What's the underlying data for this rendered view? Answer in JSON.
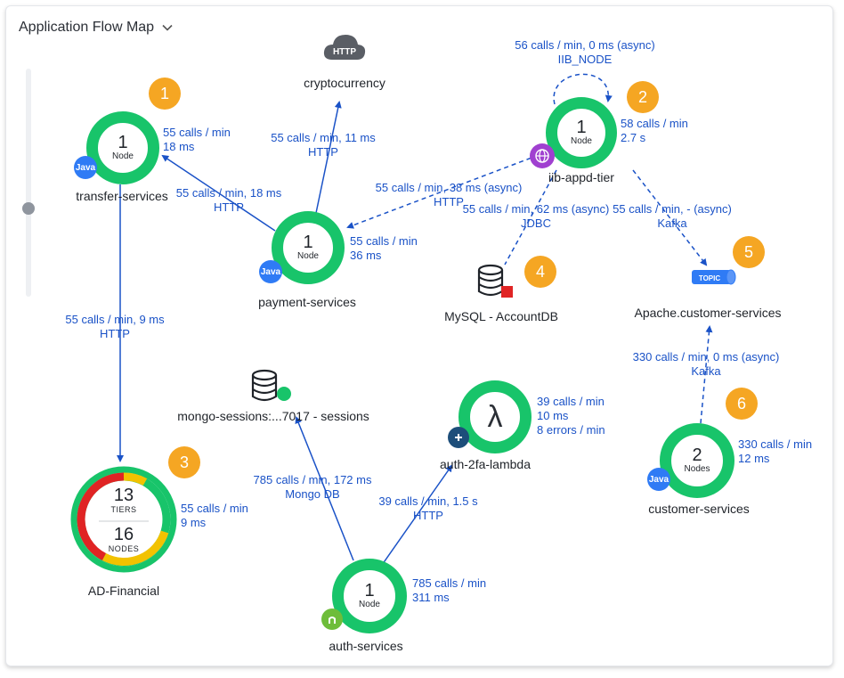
{
  "header": {
    "title": "Application Flow Map"
  },
  "colors": {
    "edge": "#1a52c7",
    "node_ring": "#18c46a",
    "badge": "#f5a623",
    "java": "#2f7bf5",
    "error": "#e02424",
    "warn": "#f2c200"
  },
  "zoom_slider": {
    "level": 0.62
  },
  "nodes": {
    "transfer": {
      "count": "1",
      "unit": "Node",
      "name": "transfer-services",
      "stats": [
        "55 calls / min",
        "18 ms"
      ],
      "badge": "1",
      "tech": "Java"
    },
    "payment": {
      "count": "1",
      "unit": "Node",
      "name": "payment-services",
      "stats": [
        "55 calls / min",
        "36 ms"
      ],
      "tech": "Java"
    },
    "iib": {
      "count": "1",
      "unit": "Node",
      "name": "iib-appd-tier",
      "stats": [
        "58 calls / min",
        "2.7 s"
      ],
      "badge": "2"
    },
    "financial": {
      "tiers": "13",
      "tiers_label": "TIERS",
      "nodes": "16",
      "nodes_label": "NODES",
      "name": "AD-Financial",
      "stats": [
        "55 calls / min",
        "9 ms"
      ],
      "badge": "3"
    },
    "auth": {
      "count": "1",
      "unit": "Node",
      "name": "auth-services",
      "stats": [
        "785 calls / min",
        "311 ms"
      ]
    },
    "customer": {
      "count": "2",
      "unit": "Nodes",
      "name": "customer-services",
      "stats": [
        "330 calls / min",
        "12 ms"
      ],
      "badge": "6",
      "tech": "Java"
    },
    "lambda": {
      "name": "auth-2fa-lambda",
      "stats": [
        "39 calls / min",
        "10 ms",
        "8 errors / min"
      ]
    },
    "crypto": {
      "name": "cryptocurrency",
      "icon_label": "HTTP"
    },
    "mysql": {
      "name": "MySQL - AccountDB",
      "badge": "4"
    },
    "mongo": {
      "name": "mongo-sessions:...7017 - sessions"
    },
    "topic": {
      "name": "Apache.customer-services",
      "icon_label": "TOPIC",
      "badge": "5"
    }
  },
  "edges": {
    "iib_self": {
      "label": "56 calls / min, 0 ms (async)",
      "proto": "IIB_NODE"
    },
    "payment_crypto": {
      "label": "55 calls / min, 11 ms",
      "proto": "HTTP"
    },
    "payment_transfer": {
      "label": "55 calls / min, 18 ms",
      "proto": "HTTP"
    },
    "iib_payment": {
      "label": "55 calls / min, 38 ms (async)",
      "proto": "HTTP"
    },
    "iib_mysql": {
      "label": "55 calls / min, 62 ms (async)",
      "proto": "JDBC"
    },
    "iib_topic": {
      "label": "55 calls / min, - (async)",
      "proto": "Kafka"
    },
    "transfer_financial": {
      "label": "55 calls / min, 9 ms",
      "proto": "HTTP"
    },
    "customer_topic": {
      "label": "330 calls / min, 0 ms (async)",
      "proto": "Kafka"
    },
    "auth_mongo": {
      "label": "785 calls / min, 172 ms",
      "proto": "Mongo DB"
    },
    "auth_lambda": {
      "label": "39 calls / min, 1.5 s",
      "proto": "HTTP"
    }
  }
}
